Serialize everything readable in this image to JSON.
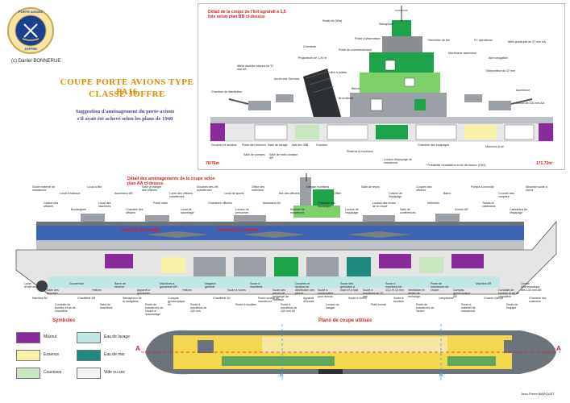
{
  "header": {
    "credit": "(c) Daniel BONNERUE",
    "title_line1": "COUPE PORTE AVIONS TYPE PA16",
    "title_line2": "CLASSE JOFFRE",
    "subtitle_line1": "Suggestion d'aménagement du porte-avions",
    "subtitle_line2": "s'il avait été achevé selon les plans de 1940"
  },
  "logo": {
    "top_text": "PORTE AVIONS",
    "bottom_text": "JOFFRE"
  },
  "section_bb": {
    "title": "Détail de la coupe de l'îlot agrandi à 1,5 fois selon plan BB ci-dessus",
    "left_mark": "76/76m",
    "right_mark": "171,72m",
    "note": "* Probabilité d'installation en fin de travaux (1942)",
    "labels": [
      "Radio de (50w)",
      "Sémaphore",
      "Poste d'observation",
      "Télémétrie de 8m",
      "FC opérations",
      "Affût quadruple de 37 mm AA",
      "Cheminée",
      "Projecteurs de 1,20 m",
      "Poste de commandement",
      "Machinerie ascenseur",
      "Abri navigation",
      "Affûts doubles canons de 37 mm AA",
      "Accès aux Services",
      "Coffre à postier",
      "Télépointeur de 37 mm",
      "Chambre de distribution",
      "Balcon",
      "Ascenseur",
      "Brou sitrolé",
      "Canon de 130 mm AA",
      "Douches et lavabos",
      "Poste des brûleurs",
      "Salle de lavage",
      "Mât des 38B",
      "Coursive",
      "Chambre des équipages",
      "Salle de pompes",
      "Salle de radio aviation AR",
      "Réserve à munitions",
      "Locaux d'équipage de manœuvre",
      "Manchon à air"
    ]
  },
  "section_aa": {
    "title": "Détail des aménagements de la coupe selon plan AA ci-dessus",
    "band_labels": [
      "CASQUE DE FUMÉE",
      "DEFENSE DE FUMER"
    ],
    "labels_top": [
      "Soute matériel de manœuvre",
      "Local à bateaux",
      "Local à filin",
      "Ascenseur AR",
      "Salle à manger des officiers",
      "Carré des officiers subalternes",
      "Douches des off. subalternes",
      "Local de sports",
      "Office des mariniers",
      "Bar des officiers",
      "Hangar munitions",
      "Office",
      "Salle de repos",
      "Cuisine de l'équipage",
      "Coupée des officiers",
      "Bains",
      "Pompe à incendie",
      "Courrier des coupées",
      "Seconde soute à vivres",
      "Cabine des officiers",
      "Boulangerie",
      "Local des machines",
      "Chambre des officiers",
      "Poste radio",
      "Local de sauvetage",
      "Chambres officiers",
      "Locaux du personnel",
      "Ascenseur AV",
      "Matériel de manœuvre",
      "Chambre des équipages",
      "Locaux de l'équipage",
      "Locaux des vivres de la coupe",
      "Salle de conférences",
      "Infirmerie",
      "Dortoir AR",
      "Treuils et cabestans",
      "Cabestans de l'équipage"
    ],
    "labels_bottom": [
      "Local d'infirmerie",
      "Salle des douches",
      "Gouvernail",
      "Hélices",
      "Barre de réserve",
      "Appareil à gouverner",
      "Machines à gouverner AR",
      "Hélices",
      "Magasin général",
      "Soute à vivres",
      "Soute à munitions",
      "Soute des pièces de rechange de l'aviation",
      "Douches et lavabos de distribution des pièces",
      "Soute à combustible pour avions",
      "Soute des grenades à main et à fusil",
      "Soute à munitions de 37 mm",
      "Soute à munitions de 13,2 et 13 mm",
      "Ventilation et atelier de rechange",
      "Poste de manœuvre de l'avant",
      "Compas gyroscopique AR",
      "Machine AR",
      "Conduite de fumées et air de chaudière",
      "Centre d'aéronautique des 130 mm AR",
      "Machine AV",
      "Conduite de fumées et air de chaudière",
      "Chaufferie AR",
      "Salle de machines",
      "Sémaphore de la navigation",
      "Poste de manœuvre de l'avant et d'accostage",
      "Compas gyroscopique AV",
      "Soute à munitions de 130 mm",
      "Chaufferie AV",
      "Soute à torpilles",
      "Poste central de manœuvre",
      "Soute à munitions de 130 mm AV",
      "Appareil d'écoute",
      "Locaux du hangar",
      "Soute à vivres",
      "Puits sonde",
      "Soute à bombes",
      "Poste de manœuvre de l'ancre",
      "Lampisterie",
      "Soute à matériel de manœuvre",
      "Chaîne d'ancre",
      "Soute de l'équipe",
      "Chambre des cuisiniers"
    ]
  },
  "legend": {
    "title": "Symboles",
    "items": [
      {
        "label": "Mazout",
        "color": "#8a2b9b"
      },
      {
        "label": "Essence",
        "color": "#f7f2a8"
      },
      {
        "label": "Coursives",
        "color": "#c8e7c0"
      },
      {
        "label": "Eau de lavage",
        "color": "#bfe7e3"
      },
      {
        "label": "Eau de mer",
        "color": "#1e8a7e"
      },
      {
        "label": "Vide ou soc",
        "color": "#f4f4f4"
      }
    ]
  },
  "plan": {
    "title": "Plans de coupe utilisés",
    "mark_a": "A",
    "mark_b": "B",
    "signature": "Jean-Pierre MARQUET"
  },
  "colors": {
    "title_orange": "#e08a00",
    "subtitle_purple": "#5a3a8a",
    "accent_red": "#d81e1e",
    "island_green": "#1ea34a",
    "hull_blue": "#3e63b0",
    "hull_grey": "#8a8e93",
    "deck_yellow": "#f2d74f",
    "deck_green": "#63a85a"
  }
}
